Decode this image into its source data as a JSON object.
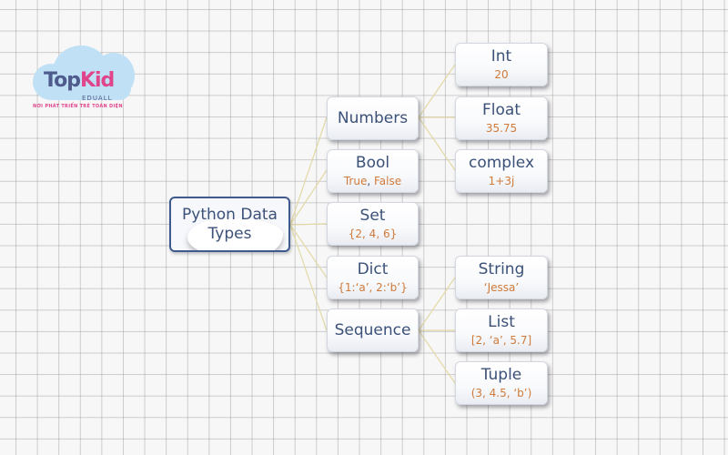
{
  "logo": {
    "brand_part1": "Top",
    "brand_part2": "Kid",
    "sub": "EDUALL",
    "tagline": "NƠI PHÁT TRIỂN TRẺ TOÀN DIỆN"
  },
  "root": {
    "title": "Python Data Types"
  },
  "categories": [
    {
      "title": "Numbers",
      "value": ""
    },
    {
      "title": "Bool",
      "value_parts": [
        "True",
        ", ",
        "False"
      ]
    },
    {
      "title": "Set",
      "value": "{2, 4, 6}"
    },
    {
      "title": "Dict",
      "value": "{1:‘a’, 2:‘b’}"
    },
    {
      "title": "Sequence",
      "value": ""
    }
  ],
  "numbers_children": [
    {
      "title": "Int",
      "value": "20"
    },
    {
      "title": "Float",
      "value": "35.75"
    },
    {
      "title": "complex",
      "value": "1+3j"
    }
  ],
  "sequence_children": [
    {
      "title": "String",
      "value": "‘Jessa’"
    },
    {
      "title": "List",
      "value": "[2, ‘a’, 5.7]"
    },
    {
      "title": "Tuple",
      "value": "(3, 4.5, ‘b’)"
    }
  ],
  "colors": {
    "title_text": "#3b5178",
    "value_text": "#cf7a3a",
    "root_border": "#3f5a8e",
    "connector": "#e3d9a6"
  }
}
